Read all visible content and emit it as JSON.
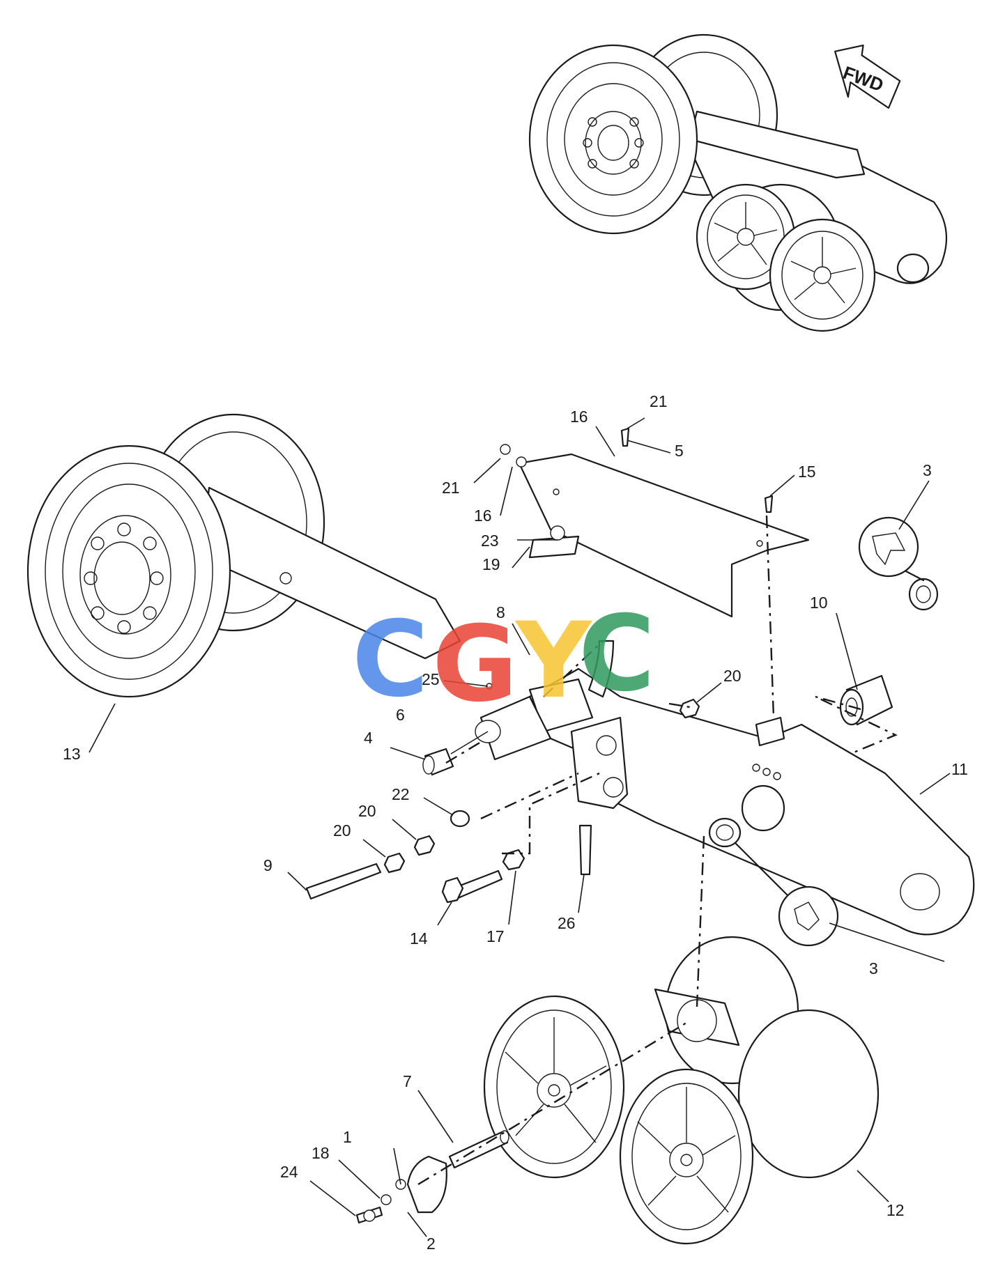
{
  "direction_arrow": {
    "label": "FWD"
  },
  "watermark": {
    "letters": [
      "C",
      "G",
      "Y",
      "C"
    ],
    "colors": [
      "#4a86e8",
      "#ea4335",
      "#f7c531",
      "#2e9a5e"
    ]
  },
  "callouts": [
    "1",
    "2",
    "3",
    "3",
    "4",
    "5",
    "6",
    "7",
    "8",
    "9",
    "10",
    "11",
    "12",
    "13",
    "14",
    "15",
    "16",
    "16",
    "17",
    "18",
    "19",
    "20",
    "20",
    "20",
    "21",
    "21",
    "22",
    "23",
    "24",
    "25",
    "26"
  ]
}
